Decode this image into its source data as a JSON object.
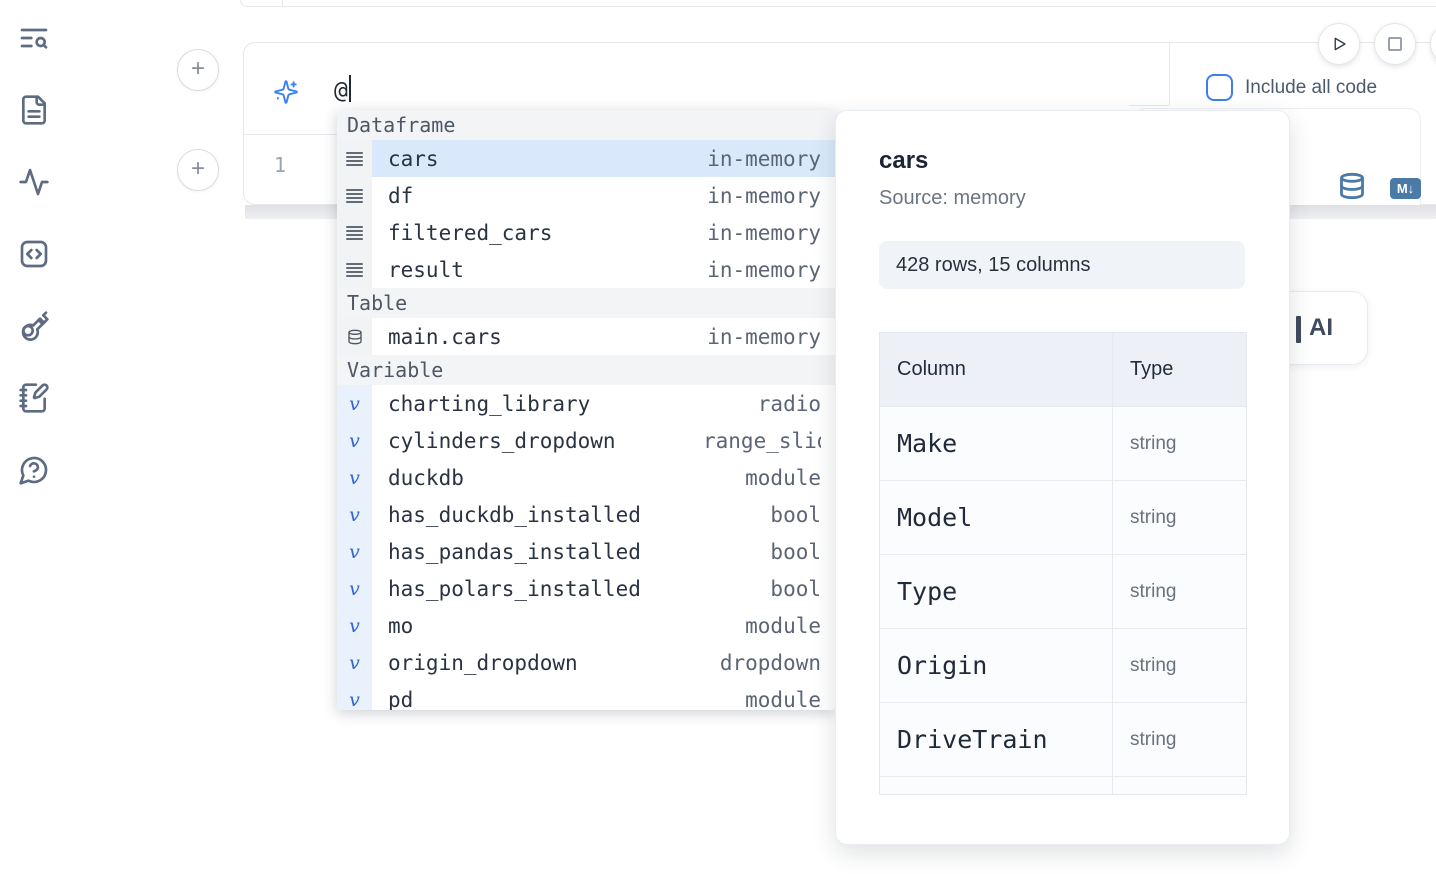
{
  "sidebar": {
    "icons": [
      "list-search",
      "file-text",
      "activity",
      "code-square",
      "key",
      "notebook-pen",
      "help-chat"
    ]
  },
  "cell": {
    "add_top_label": "+",
    "add_bottom_label": "+",
    "ai_input": {
      "value": "@",
      "icon": "sparkles"
    },
    "include_all_code_label": "Include all code",
    "line_number": "1",
    "toolbar": {
      "database_icon": "database",
      "markdown_label": "M↓"
    }
  },
  "run_controls": {
    "play_icon": "play",
    "stop_icon": "stop"
  },
  "autocomplete": {
    "sections": [
      {
        "label": "Dataframe",
        "items": [
          {
            "name": "cars",
            "type": "in-memory",
            "selected": true
          },
          {
            "name": "df",
            "type": "in-memory"
          },
          {
            "name": "filtered_cars",
            "type": "in-memory"
          },
          {
            "name": "result",
            "type": "in-memory"
          }
        ]
      },
      {
        "label": "Table",
        "items": [
          {
            "name": "main.cars",
            "type": "in-memory"
          }
        ]
      },
      {
        "label": "Variable",
        "items": [
          {
            "name": "charting_library",
            "type": "radio"
          },
          {
            "name": "cylinders_dropdown",
            "type": "range_slider"
          },
          {
            "name": "duckdb",
            "type": "module"
          },
          {
            "name": "has_duckdb_installed",
            "type": "bool"
          },
          {
            "name": "has_pandas_installed",
            "type": "bool"
          },
          {
            "name": "has_polars_installed",
            "type": "bool"
          },
          {
            "name": "mo",
            "type": "module"
          },
          {
            "name": "origin_dropdown",
            "type": "dropdown"
          },
          {
            "name": "pd",
            "type": "module"
          }
        ]
      }
    ]
  },
  "preview": {
    "title": "cars",
    "source_label": "Source: memory",
    "shape_label": "428 rows, 15 columns",
    "table": {
      "headers": [
        "Column",
        "Type"
      ],
      "rows": [
        {
          "column": "Make",
          "type": "string"
        },
        {
          "column": "Model",
          "type": "string"
        },
        {
          "column": "Type",
          "type": "string"
        },
        {
          "column": "Origin",
          "type": "string"
        },
        {
          "column": "DriveTrain",
          "type": "string"
        }
      ]
    }
  },
  "ai_card": {
    "label": "AI"
  },
  "colors": {
    "accent_blue": "#3b82f6",
    "steel_blue": "#4a7ba6",
    "selection_blue": "#d9e9fb",
    "checkbox_blue": "#3e7ef0",
    "sidebar_icon": "#5d6b83",
    "text_dark": "#2a3342",
    "text_muted": "#5b6575"
  }
}
